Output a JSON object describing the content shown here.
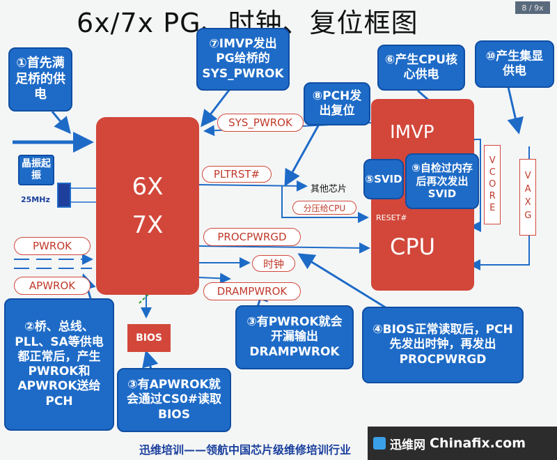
{
  "title": "6x/7x PG、时钟、复位框图",
  "page_indicator": "8 / 9x",
  "chips": {
    "bridge_line1": "6X",
    "bridge_line2": "7X",
    "imvp": "IMVP",
    "cpu": "CPU",
    "bios": "BIOS"
  },
  "notes": {
    "n1": "①首先满足桥的供电",
    "n2": "②桥、总线、PLL、SA等供电都正常后，产生PWROK和APWROK送给PCH",
    "n3a": "③有APWROK就会通过CS0#读取BIOS",
    "n3b": "③有PWROK就会开漏输出DRAMPWROK",
    "n4": "④BIOS正常读取后，PCH先发出时钟，再发出PROCPWRGD",
    "n5": "⑤SVID",
    "n6": "⑥产生CPU核心供电",
    "n7": "⑦IMVP发出PG给桥的SYS_PWROK",
    "n8": "⑧PCH发出复位",
    "n9": "⑨自检过内存后再次发出SVID",
    "n10": "⑩产生集显供电"
  },
  "crystal": {
    "label": "晶振起振",
    "freq": "25MHz"
  },
  "signals": {
    "sys_pwrok": "SYS_PWROK",
    "pltrst": "PLTRST#",
    "other_chips": "其他芯片",
    "divider": "分压给CPU",
    "reset": "RESET#",
    "procpwrgd": "PROCPWRGD",
    "clock": "时钟",
    "drampwrok": "DRAMPWROK",
    "pwrok": "PWROK",
    "apwrok": "APWROK",
    "vcore": "VCORE",
    "vaxg": "VAXG"
  },
  "footer": {
    "text": "迅维培训——领航中国芯片级维修培训行业",
    "brand_cn": "迅维网",
    "brand_en": "Chinafix.com"
  },
  "colors": {
    "note_blue": "#1e6bc7",
    "chip_red": "#d2473a"
  }
}
